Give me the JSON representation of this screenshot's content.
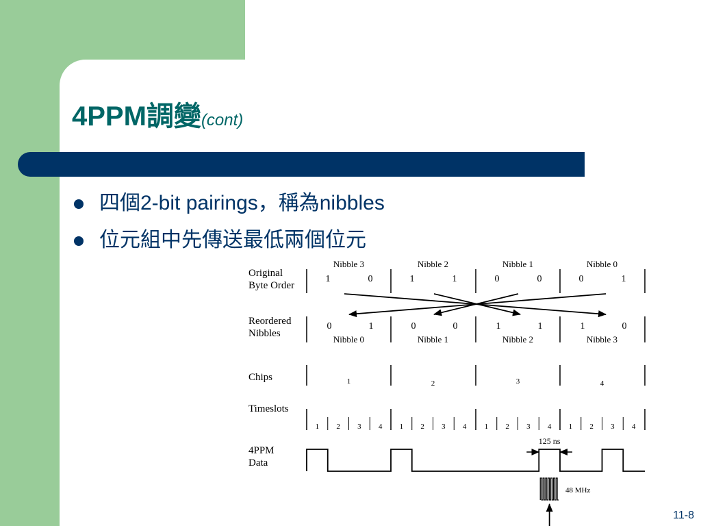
{
  "slide": {
    "title_main": "4PPM調變",
    "title_sub": "(cont)",
    "bullets": [
      "四個2-bit pairings，稱為nibbles",
      "位元組中先傳送最低兩個位元"
    ],
    "slide_number": "11-8"
  },
  "colors": {
    "green_band": "#99cc99",
    "title_bar": "#003366",
    "title_text": "#006666",
    "bullet_text": "#003366"
  },
  "diagram": {
    "row_labels": {
      "original": [
        "Original",
        "Byte Order"
      ],
      "reordered": [
        "Reordered",
        "Nibbles"
      ],
      "chips": [
        "Chips"
      ],
      "timeslots": [
        "Timeslots"
      ],
      "data": [
        "4PPM",
        "Data"
      ]
    },
    "original_nibbles": [
      "Nibble 3",
      "Nibble 2",
      "Nibble 1",
      "Nibble 0"
    ],
    "original_bits": [
      [
        "1",
        "0"
      ],
      [
        "1",
        "1"
      ],
      [
        "0",
        "0"
      ],
      [
        "0",
        "1"
      ]
    ],
    "reordered_nibbles": [
      "Nibble 0",
      "Nibble 1",
      "Nibble 2",
      "Nibble 3"
    ],
    "reordered_bits": [
      [
        "0",
        "1"
      ],
      [
        "0",
        "0"
      ],
      [
        "1",
        "1"
      ],
      [
        "1",
        "0"
      ]
    ],
    "chips": [
      "1",
      "2",
      "3",
      "4"
    ],
    "timeslots": [
      "1",
      "2",
      "3",
      "4"
    ],
    "pulse_slots": [
      1,
      1,
      4,
      3
    ],
    "pulse_width_label": "125 ns",
    "carrier_label": "48 MHz"
  }
}
